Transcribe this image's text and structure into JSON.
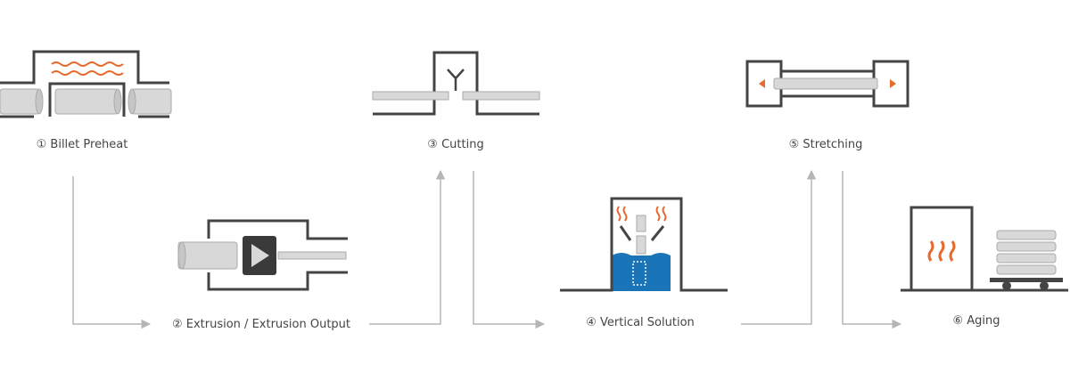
{
  "steps": [
    {
      "label": "① Billet Preheat"
    },
    {
      "label": "②  Extrusion / Extrusion Output"
    },
    {
      "label": "③ Cutting"
    },
    {
      "label": "④ Vertical Solution"
    },
    {
      "label": "⑤ Stretching"
    },
    {
      "label": "⑥ Aging"
    }
  ],
  "colors": {
    "outline": "#444444",
    "billet": "#d8d8d8",
    "billet_edge": "#aaaaaa",
    "heat": "#e8692c",
    "water": "#1a75b8",
    "arrow": "#b5b5b5",
    "die": "#3a3a3a"
  }
}
